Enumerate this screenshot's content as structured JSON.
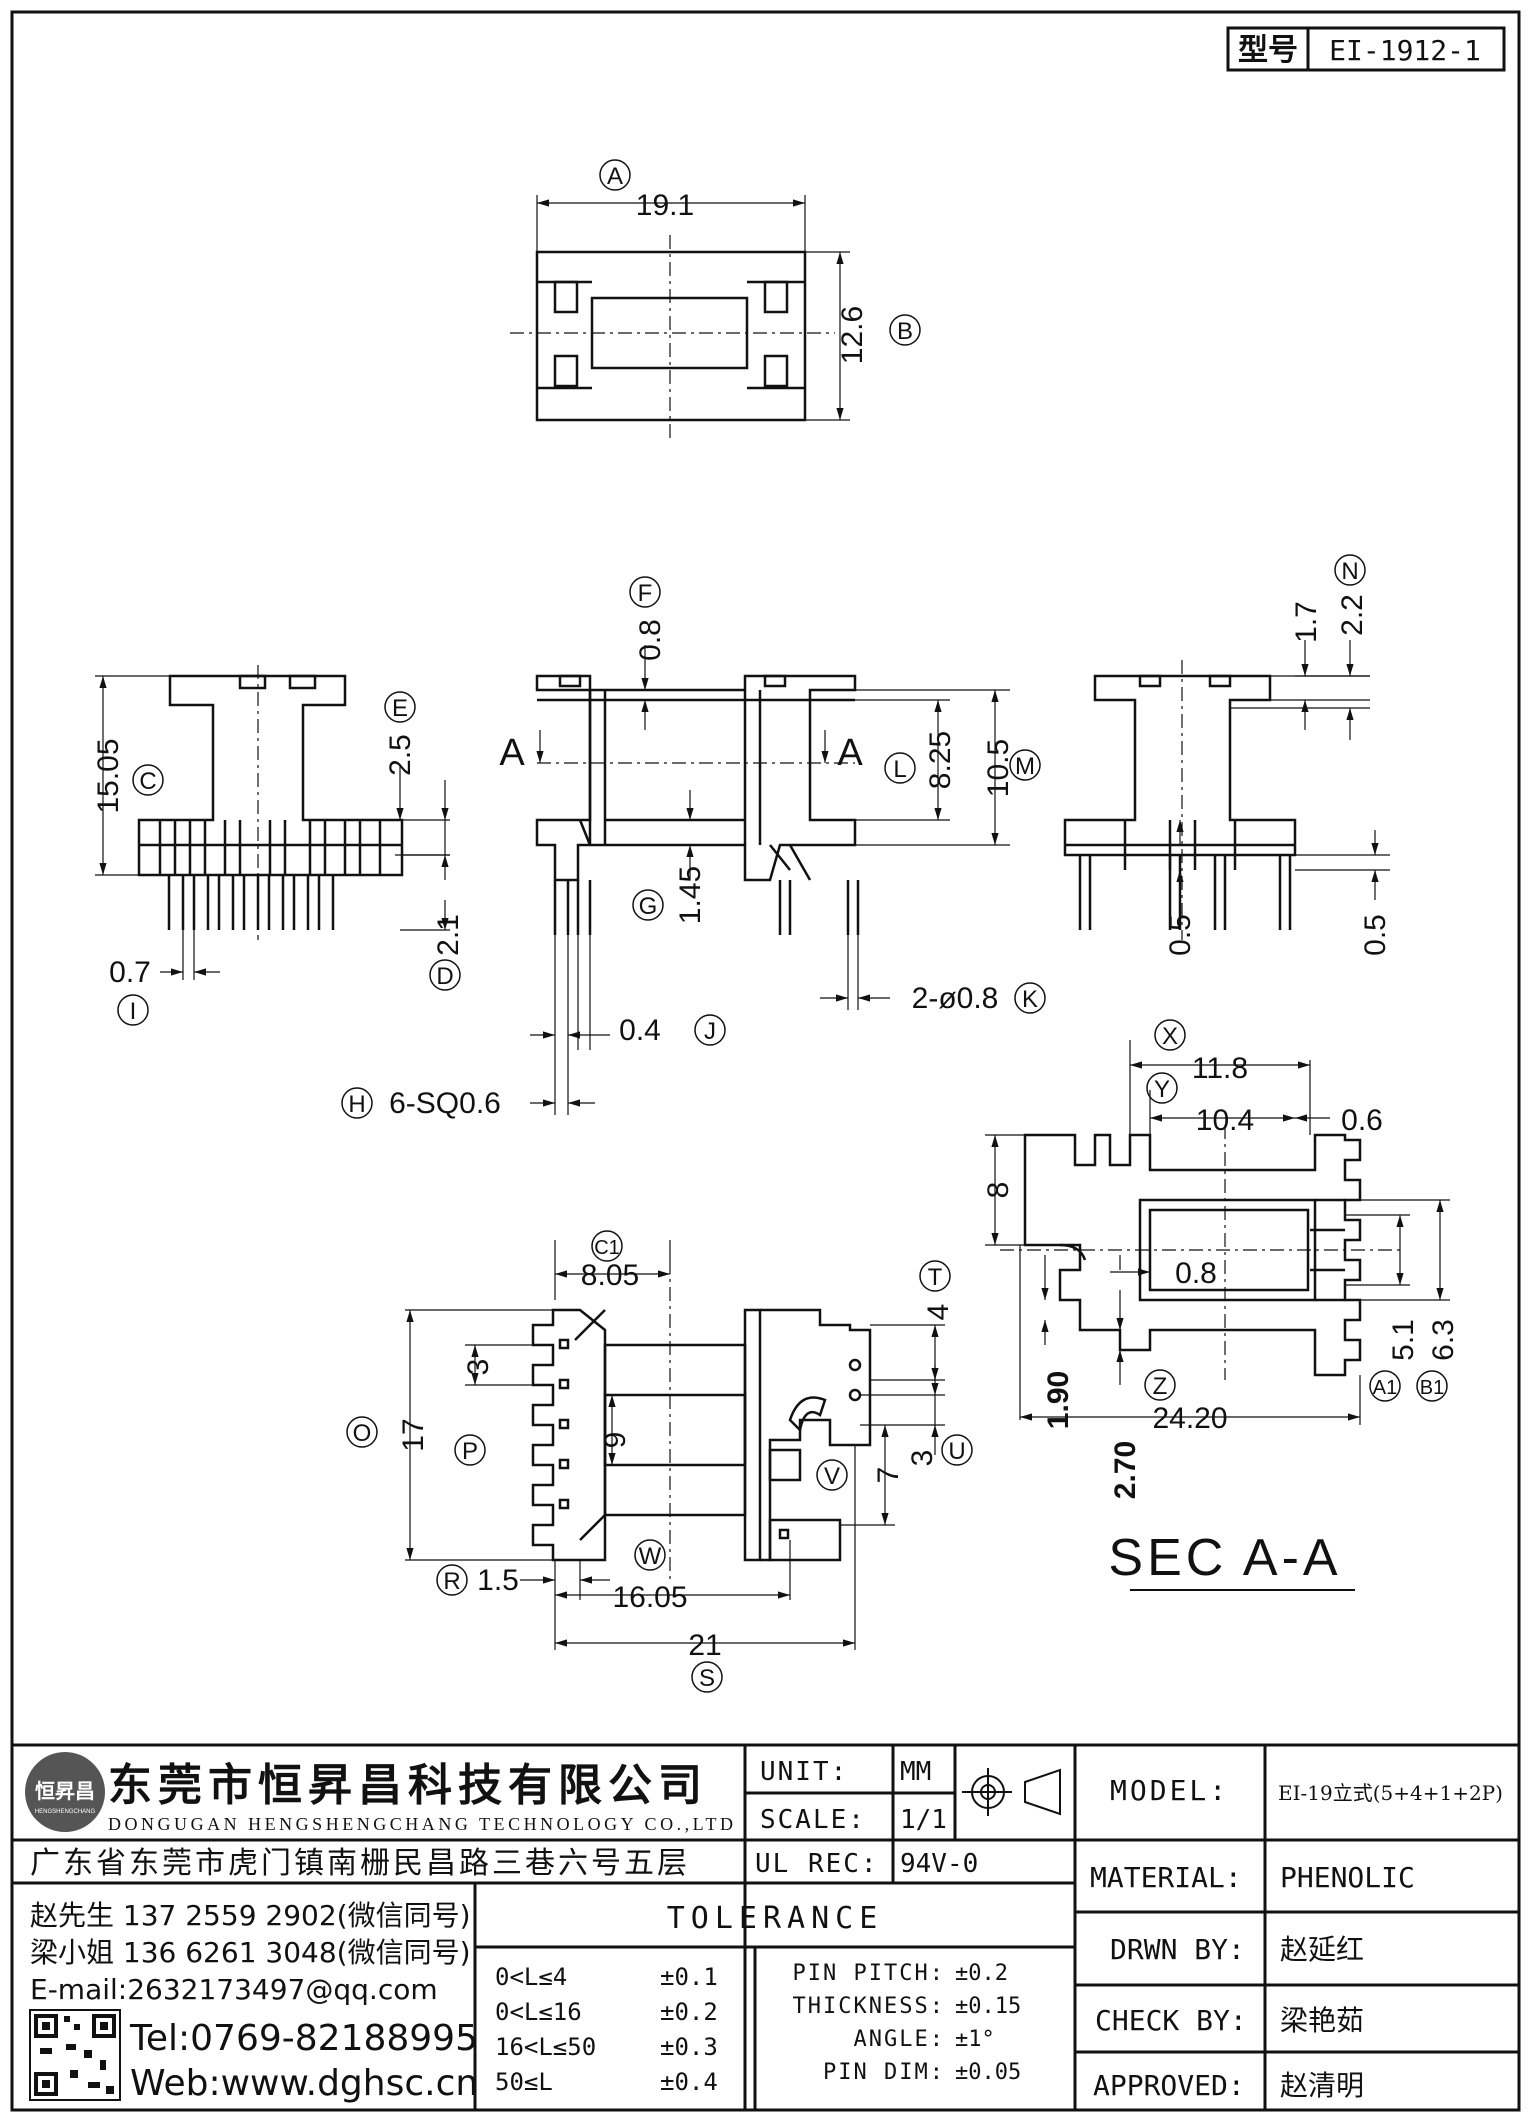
{
  "part_number": {
    "label": "型号",
    "value": "EI-1912-1"
  },
  "top_view": {
    "letter_a": "A",
    "dim_a": "19.1",
    "letter_b": "B",
    "dim_b": "12.6"
  },
  "side_views": {
    "letter_c": "C",
    "dim_c": "15.05",
    "letter_e": "E",
    "dim_e": "2.5",
    "letter_d": "D",
    "dim_d": "2.1",
    "letter_i": "I",
    "dim_i": "0.7",
    "letter_f": "F",
    "dim_f": "0.8",
    "section_mark": "A",
    "letter_l": "L",
    "dim_l": "8.25",
    "letter_m": "M",
    "dim_m": "10.5",
    "letter_g": "G",
    "dim_g": "1.45",
    "letter_k": "K",
    "dim_k": "2-ø0.8",
    "letter_j": "J",
    "dim_j": "0.4",
    "letter_h": "H",
    "dim_h": "6-SQ0.6",
    "letter_n": "N",
    "dim_n1": "1.7",
    "dim_n2": "2.2",
    "dim_r1": "0.5",
    "dim_r2": "0.5"
  },
  "section_view": {
    "title": "SEC A-A",
    "letter_x": "X",
    "dim_x": "11.8",
    "letter_y": "Y",
    "dim_y": "10.4",
    "dim_06": "0.6",
    "dim_8": "8",
    "dim_08": "0.8",
    "dim_a1": "5.1",
    "letter_a1": "A1",
    "dim_b1": "6.3",
    "letter_b1": "B1",
    "dim_190": "1.90",
    "dim_270": "2.70",
    "letter_z": "Z",
    "dim_2420": "24.20"
  },
  "bottom_view": {
    "letter_c1": "C1",
    "dim_c1": "8.05",
    "letter_o": "O",
    "dim_o": "17",
    "letter_p": "P",
    "dim_p": "3",
    "dim_9": "9",
    "letter_t": "T",
    "dim_t": "4",
    "letter_u": "U",
    "dim_u": "3",
    "letter_v": "V",
    "dim_v": "7",
    "letter_w": "W",
    "letter_r": "R",
    "dim_r": "1.5",
    "dim_1605": "16.05",
    "letter_s": "S",
    "dim_s": "21"
  },
  "title_block": {
    "company_cn": "东莞市恒昇昌科技有限公司",
    "company_en": "DONGUGAN HENGSHENGCHANG TECHNOLOGY CO.,LTD",
    "address": "广东省东莞市虎门镇南栅民昌路三巷六号五层",
    "logo_text": "恒昇昌",
    "logo_sub": "HENGSHENGCHANG",
    "unit_label": "UNIT:",
    "unit_value": "MM",
    "scale_label": "SCALE:",
    "scale_value": "1/1",
    "ulrec_label": "UL REC:",
    "ulrec_value": "94V-0",
    "model_label": "MODEL:",
    "model_value": "EI-19立式(5+4+1+2P)",
    "material_label": "MATERIAL:",
    "material_value": "PHENOLIC",
    "drawn_label": "DRWN BY:",
    "drawn_value": "赵延红",
    "check_label": "CHECK BY:",
    "check_value": "梁艳茹",
    "approved_label": "APPROVED:",
    "approved_value": "赵清明",
    "contact1": "赵先生 137 2559 2902(微信同号)",
    "contact2": "梁小姐 136 6261 3048(微信同号)",
    "email": "E-mail:2632173497@qq.com",
    "tel": "Tel:0769-82188995",
    "web": "Web:www.dghsc.cn",
    "tolerance_title": "TOLERANCE",
    "tol_ranges": [
      {
        "range": "0<L≤4",
        "tol": "±0.1"
      },
      {
        "range": "0<L≤16",
        "tol": "±0.2"
      },
      {
        "range": "16<L≤50",
        "tol": "±0.3"
      },
      {
        "range": "50≤L",
        "tol": "±0.4"
      }
    ],
    "tol_other": [
      {
        "label": "PIN PITCH:",
        "tol": "±0.2"
      },
      {
        "label": "THICKNESS:",
        "tol": "±0.15"
      },
      {
        "label": "ANGLE:",
        "tol": "±1°"
      },
      {
        "label": "PIN DIM:",
        "tol": "±0.05"
      }
    ]
  }
}
